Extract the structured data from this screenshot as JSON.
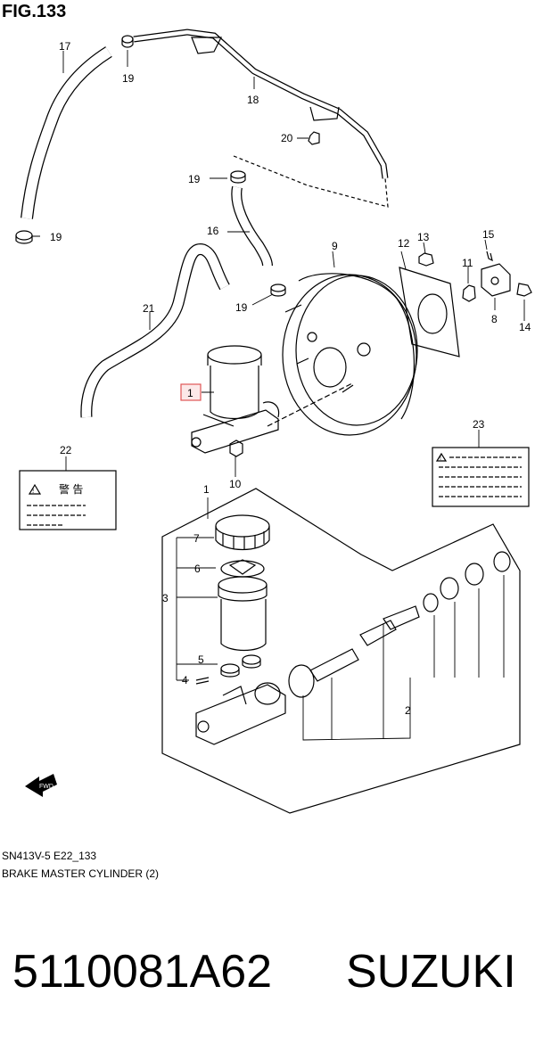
{
  "figure": {
    "title": "FIG.133",
    "code": "SN413V-5 E22_133",
    "caption": "BRAKE MASTER CYLINDER (2)"
  },
  "callouts": {
    "c1_top": "1",
    "c1_group": "1",
    "c2": "2",
    "c3": "3",
    "c4": "4",
    "c5": "5",
    "c6": "6",
    "c7": "7",
    "c8": "8",
    "c9": "9",
    "c10": "10",
    "c11": "11",
    "c12": "12",
    "c13": "13",
    "c14": "14",
    "c15": "15",
    "c16": "16",
    "c17": "17",
    "c18": "18",
    "c19a": "19",
    "c19b": "19",
    "c19c": "19",
    "c19d": "19",
    "c20": "20",
    "c21": "21",
    "c22": "22",
    "c23": "23"
  },
  "label22": {
    "warning_text": "警 告"
  },
  "fwd_symbol": "FWD",
  "highlight_color": "#e05555",
  "footer": {
    "part_number": "5110081A62",
    "brand": "SUZUKI"
  }
}
